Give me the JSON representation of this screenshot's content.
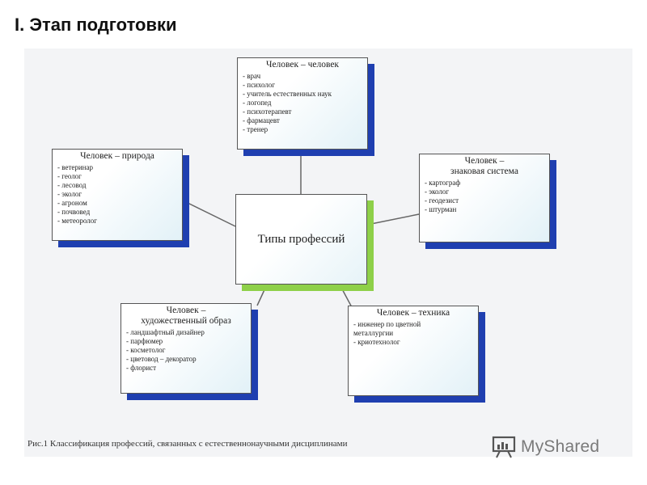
{
  "slide_title": "I. Этап подготовки",
  "center": {
    "label": "Типы профессий"
  },
  "boxes": {
    "person_person": {
      "title": "Человек – человек",
      "items": [
        "- врач",
        "- психолог",
        "- учитель естественных наук",
        "- логопед",
        "- психотерапевт",
        "- фармацевт",
        "- тренер"
      ]
    },
    "person_nature": {
      "title": "Человек – природа",
      "items": [
        "- ветеринар",
        "- геолог",
        "- лесовод",
        "- эколог",
        "- агроном",
        "- почвовед",
        "- метеоролог"
      ]
    },
    "person_sign": {
      "title": "Человек –\nзнаковая система",
      "items": [
        "- картограф",
        "- эколог",
        "- геодезист",
        "- штурман"
      ]
    },
    "person_art": {
      "title": "Человек –\nхудожественный образ",
      "items": [
        "- ландшафтный дизайнер",
        "- парфюмер",
        "- косметолог",
        "- цветовод – декоратор",
        "- флорист"
      ]
    },
    "person_tech": {
      "title": "Человек – техника",
      "items": [
        "- инженер по цветной",
        "металлургии",
        "- криотехнолог"
      ]
    }
  },
  "caption": "Рис.1 Классификация профессий, связанных с естественнонаучными дисциплинами",
  "watermark": "MyShared",
  "colors": {
    "shadow_blue": "#1f3fb0",
    "shadow_green": "#8ed049"
  }
}
